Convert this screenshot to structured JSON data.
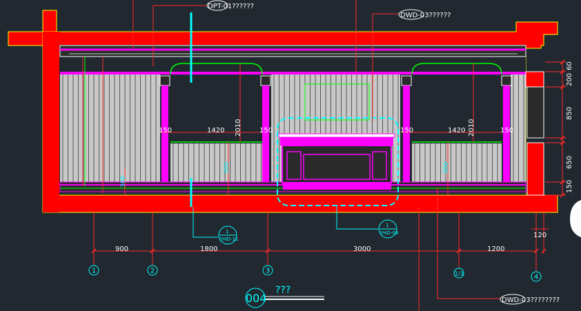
{
  "drawing": {
    "title_number": "004",
    "title_text": "???",
    "colors": {
      "background": "#212830",
      "wall": "#ff0000",
      "wall_outline": "#ffff00",
      "panel": "#c8c8c8",
      "trim": "#ff00ff",
      "outline": "#00ff00",
      "dim": "#00ffff",
      "leader": "#ff2a2a",
      "white": "#ffffff"
    }
  },
  "callouts": {
    "top_left": "DPT-01??????",
    "top_right": "DWD-03??????",
    "bottom_right": "DWD-03????????",
    "section_a_num": "1",
    "section_a_ref": "YHD-11",
    "section_b_num": "1",
    "section_b_ref": "YHD-09"
  },
  "dims": {
    "elev": [
      "150",
      "1420",
      "2010",
      "150",
      "150",
      "1420",
      "2010",
      "150",
      "300",
      "300",
      "300"
    ],
    "right": [
      "60",
      "200",
      "850",
      "650",
      "150"
    ],
    "bottom": [
      "900",
      "1800",
      "3000",
      "1200",
      "120"
    ]
  },
  "axes": [
    "1",
    "2",
    "3",
    "1/3",
    "4"
  ]
}
